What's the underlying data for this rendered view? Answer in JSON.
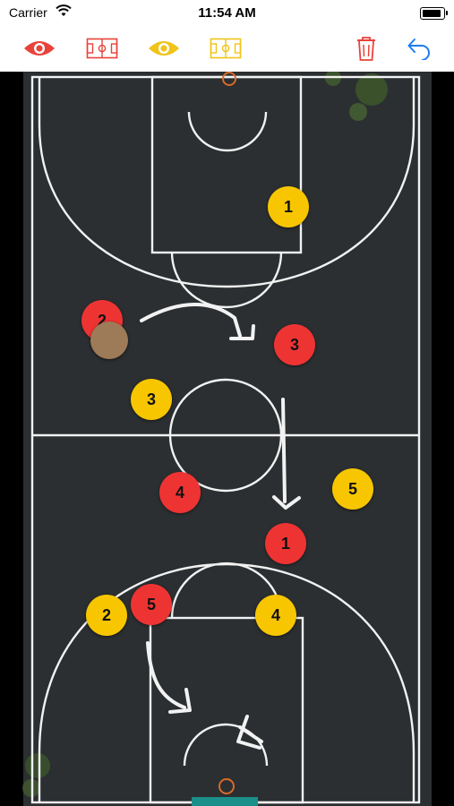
{
  "status_bar": {
    "carrier": "Carrier",
    "time": "11:54 AM"
  },
  "toolbar": {
    "buttons": [
      {
        "name": "eye-red-button",
        "icon": "eye-icon",
        "color": "#e8433a"
      },
      {
        "name": "court-red-button",
        "icon": "court-icon",
        "color": "#e8433a"
      },
      {
        "name": "eye-yellow-button",
        "icon": "eye-icon",
        "color": "#f0c419"
      },
      {
        "name": "court-yellow-button",
        "icon": "court-icon",
        "color": "#f0c419"
      },
      {
        "name": "trash-button",
        "icon": "trash-icon",
        "color": "#e8433a"
      },
      {
        "name": "undo-button",
        "icon": "undo-icon",
        "color": "#1e7cf2"
      }
    ]
  },
  "players": {
    "yellow": [
      "1",
      "3",
      "5",
      "2",
      "4"
    ],
    "red": [
      "2",
      "3",
      "4",
      "1",
      "5"
    ]
  },
  "colors": {
    "team_yellow": "#f7c600",
    "team_red": "#ee3433",
    "ball": "#9e7b58",
    "court": "#2b2f31",
    "lines": "#ffffff"
  }
}
